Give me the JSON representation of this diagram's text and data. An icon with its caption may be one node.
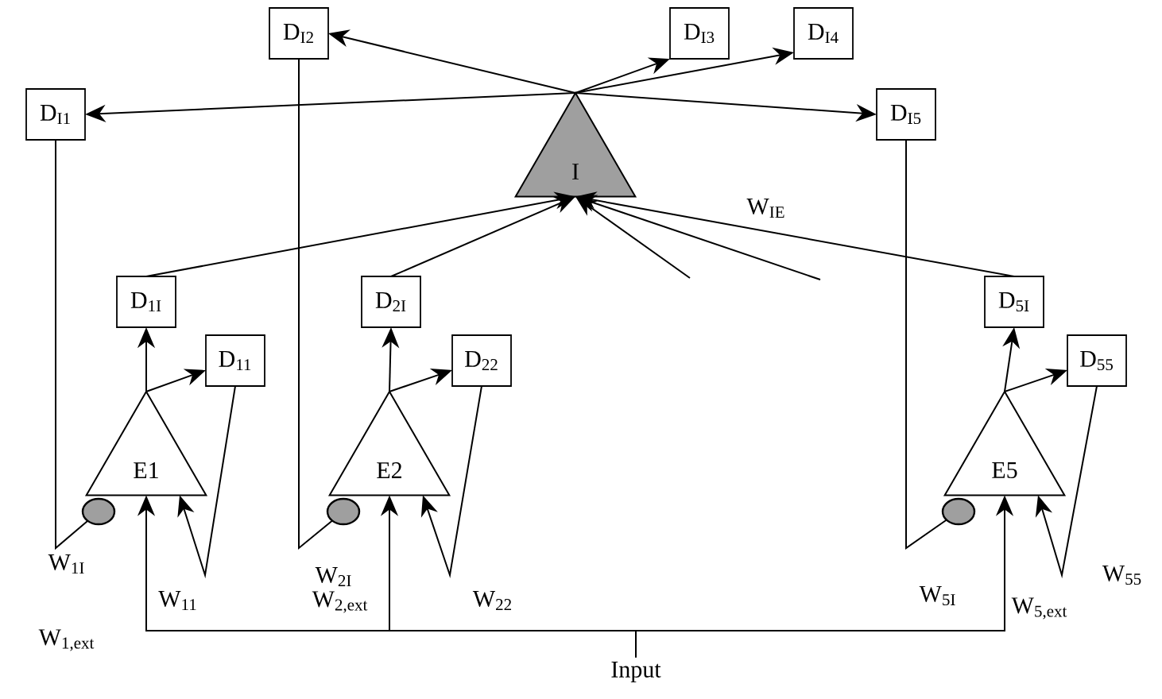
{
  "diagram": {
    "nodes": [
      {
        "text": [
          "I"
        ]
      },
      {
        "text": [
          "D$_{I1}$"
        ]
      },
      {
        "text": [
          "D$_{I2}$"
        ]
      },
      {
        "text": [
          "D$_{I3}$"
        ]
      },
      {
        "text": [
          "D$_{I4}$"
        ]
      },
      {
        "text": [
          "D$_{I5}$"
        ]
      },
      {
        "text": [
          "D$_{1I}$"
        ]
      },
      {
        "text": [
          "D$_{11}$"
        ]
      },
      {
        "text": [
          "E1"
        ]
      },
      {
        "text": [
          "D$_{2I}$"
        ]
      },
      {
        "text": [
          "D$_{22}$"
        ]
      },
      {
        "text": [
          "E2"
        ]
      },
      {
        "text": [
          "D$_{5I}$"
        ]
      },
      {
        "text": [
          "D$_{55}$"
        ]
      },
      {
        "text": [
          "E5"
        ]
      },
      {
        "text": [],
        "shape": "circle"
      },
      {
        "text": [],
        "shape": "circle"
      },
      {
        "text": [],
        "shape": "circle"
      },
      {
        "text": [
          "Input"
        ]
      }
    ],
    "edges": [
      {
        "from": 0,
        "to": 1,
        "arrow": "to"
      },
      {
        "from": 0,
        "to": 2,
        "arrow": "to"
      },
      {
        "from": 0,
        "to": 3,
        "arrow": "to"
      },
      {
        "from": 0,
        "to": 4,
        "arrow": "to"
      },
      {
        "from": 0,
        "to": 5,
        "arrow": "to"
      },
      {
        "from": 6,
        "to": 0,
        "arrow": "to"
      },
      {
        "from": 9,
        "to": 0,
        "arrow": "to"
      },
      {
        "from": null,
        "to": 0,
        "arrow": "to"
      },
      {
        "from": null,
        "to": 0,
        "arrow": "to"
      },
      {
        "from": 12,
        "to": 0,
        "arrow": "to"
      },
      {
        "from": 8,
        "to": 6,
        "arrow": "to"
      },
      {
        "from": 8,
        "to": 7,
        "arrow": "to"
      },
      {
        "from": 7,
        "to": 8,
        "arrow": "to"
      },
      {
        "from": 1,
        "to": 15,
        "arrow": "none"
      },
      {
        "from": 11,
        "to": 9,
        "arrow": "to"
      },
      {
        "from": 11,
        "to": 10,
        "arrow": "to"
      },
      {
        "from": 10,
        "to": 11,
        "arrow": "to"
      },
      {
        "from": 2,
        "to": 16,
        "arrow": "none"
      },
      {
        "from": 14,
        "to": 12,
        "arrow": "to"
      },
      {
        "from": 14,
        "to": 13,
        "arrow": "to"
      },
      {
        "from": 13,
        "to": 14,
        "arrow": "to"
      },
      {
        "from": 5,
        "to": 17,
        "arrow": "none"
      },
      {
        "from": 18,
        "to": 8,
        "arrow": "to"
      },
      {
        "from": 18,
        "to": 11,
        "arrow": "to"
      },
      {
        "from": 18,
        "to": 14,
        "arrow": "to"
      }
    ],
    "labels": [
      "W$_{IE}$",
      "W$_{1I}$",
      "W$_{11}$",
      "W$_{1,ext}$",
      "W$_{2I}$",
      "W$_{2,ext}$",
      "W$_{22}$",
      "W$_{5I}$",
      "W$_{55}$",
      "W$_{5,ext}$"
    ]
  }
}
